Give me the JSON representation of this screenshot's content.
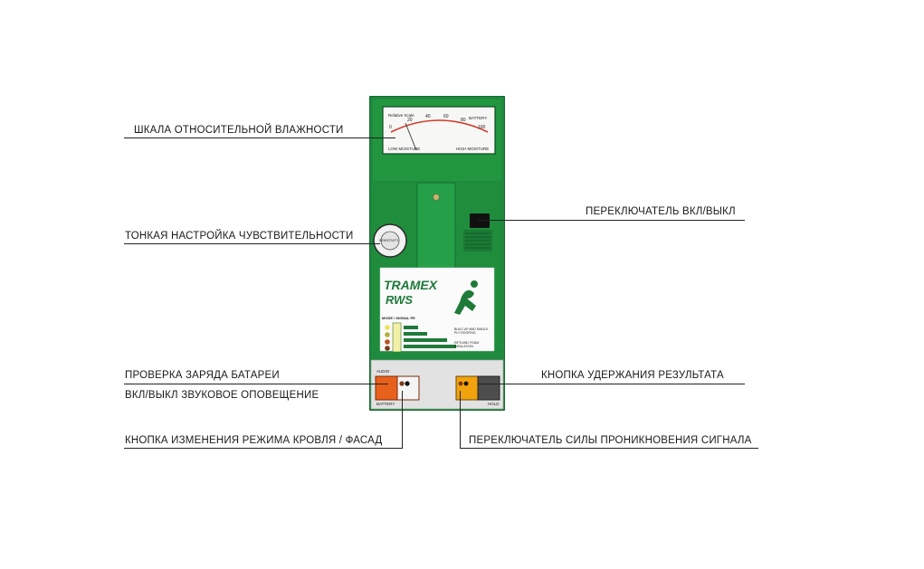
{
  "labels": {
    "scale": "ШКАЛА ОТНОСИТЕЛЬНОЙ ВЛАЖНОСТИ",
    "power": "ПЕРЕКЛЮЧАТЕЛЬ ВКЛ/ВЫКЛ",
    "sensitivity": "ТОНКАЯ НАСТРОЙКА ЧУВСТВИТЕЛЬНОСТИ",
    "battery_check": "ПРОВЕРКА ЗАРЯДА БАТАРЕИ",
    "hold": "КНОПКА УДЕРЖАНИЯ РЕЗУЛЬТАТА",
    "audio": "ВКЛ/ВЫКЛ ЗВУКОВОЕ ОПОВЕЩЕНИЕ",
    "mode": "КНОПКА ИЗМЕНЕНИЯ РЕЖИМА КРОВЛЯ / ФАСАД",
    "penetration": "ПЕРЕКЛЮЧАТЕЛЬ СИЛЫ ПРОНИКНОВЕНИЯ СИГНАЛА"
  },
  "device": {
    "brand": "TRAMEX",
    "model": "RWS",
    "meter": {
      "ticks": [
        "0",
        "20",
        "40",
        "60",
        "80",
        "100"
      ],
      "relative_scale": "Relative Scale",
      "battery": "BATTERY",
      "low": "LOW MOISTURE",
      "high": "HIGH MOISTURE"
    },
    "mode_panel": {
      "title": "MODE / SIGNAL PE",
      "roof": "BUILT-UP AND SINGLE PLY ROOFING",
      "insulation": "EIFS AND FOAM INSULATION"
    },
    "buttons": {
      "audio": "AUDIO",
      "battery": "BATTERY",
      "hold": "HOLD"
    },
    "dial": "SENSITIVITY"
  },
  "colors": {
    "body": "#1e8a3e",
    "accent_orange": "#e8611c",
    "accent_amber": "#f2a20c"
  }
}
